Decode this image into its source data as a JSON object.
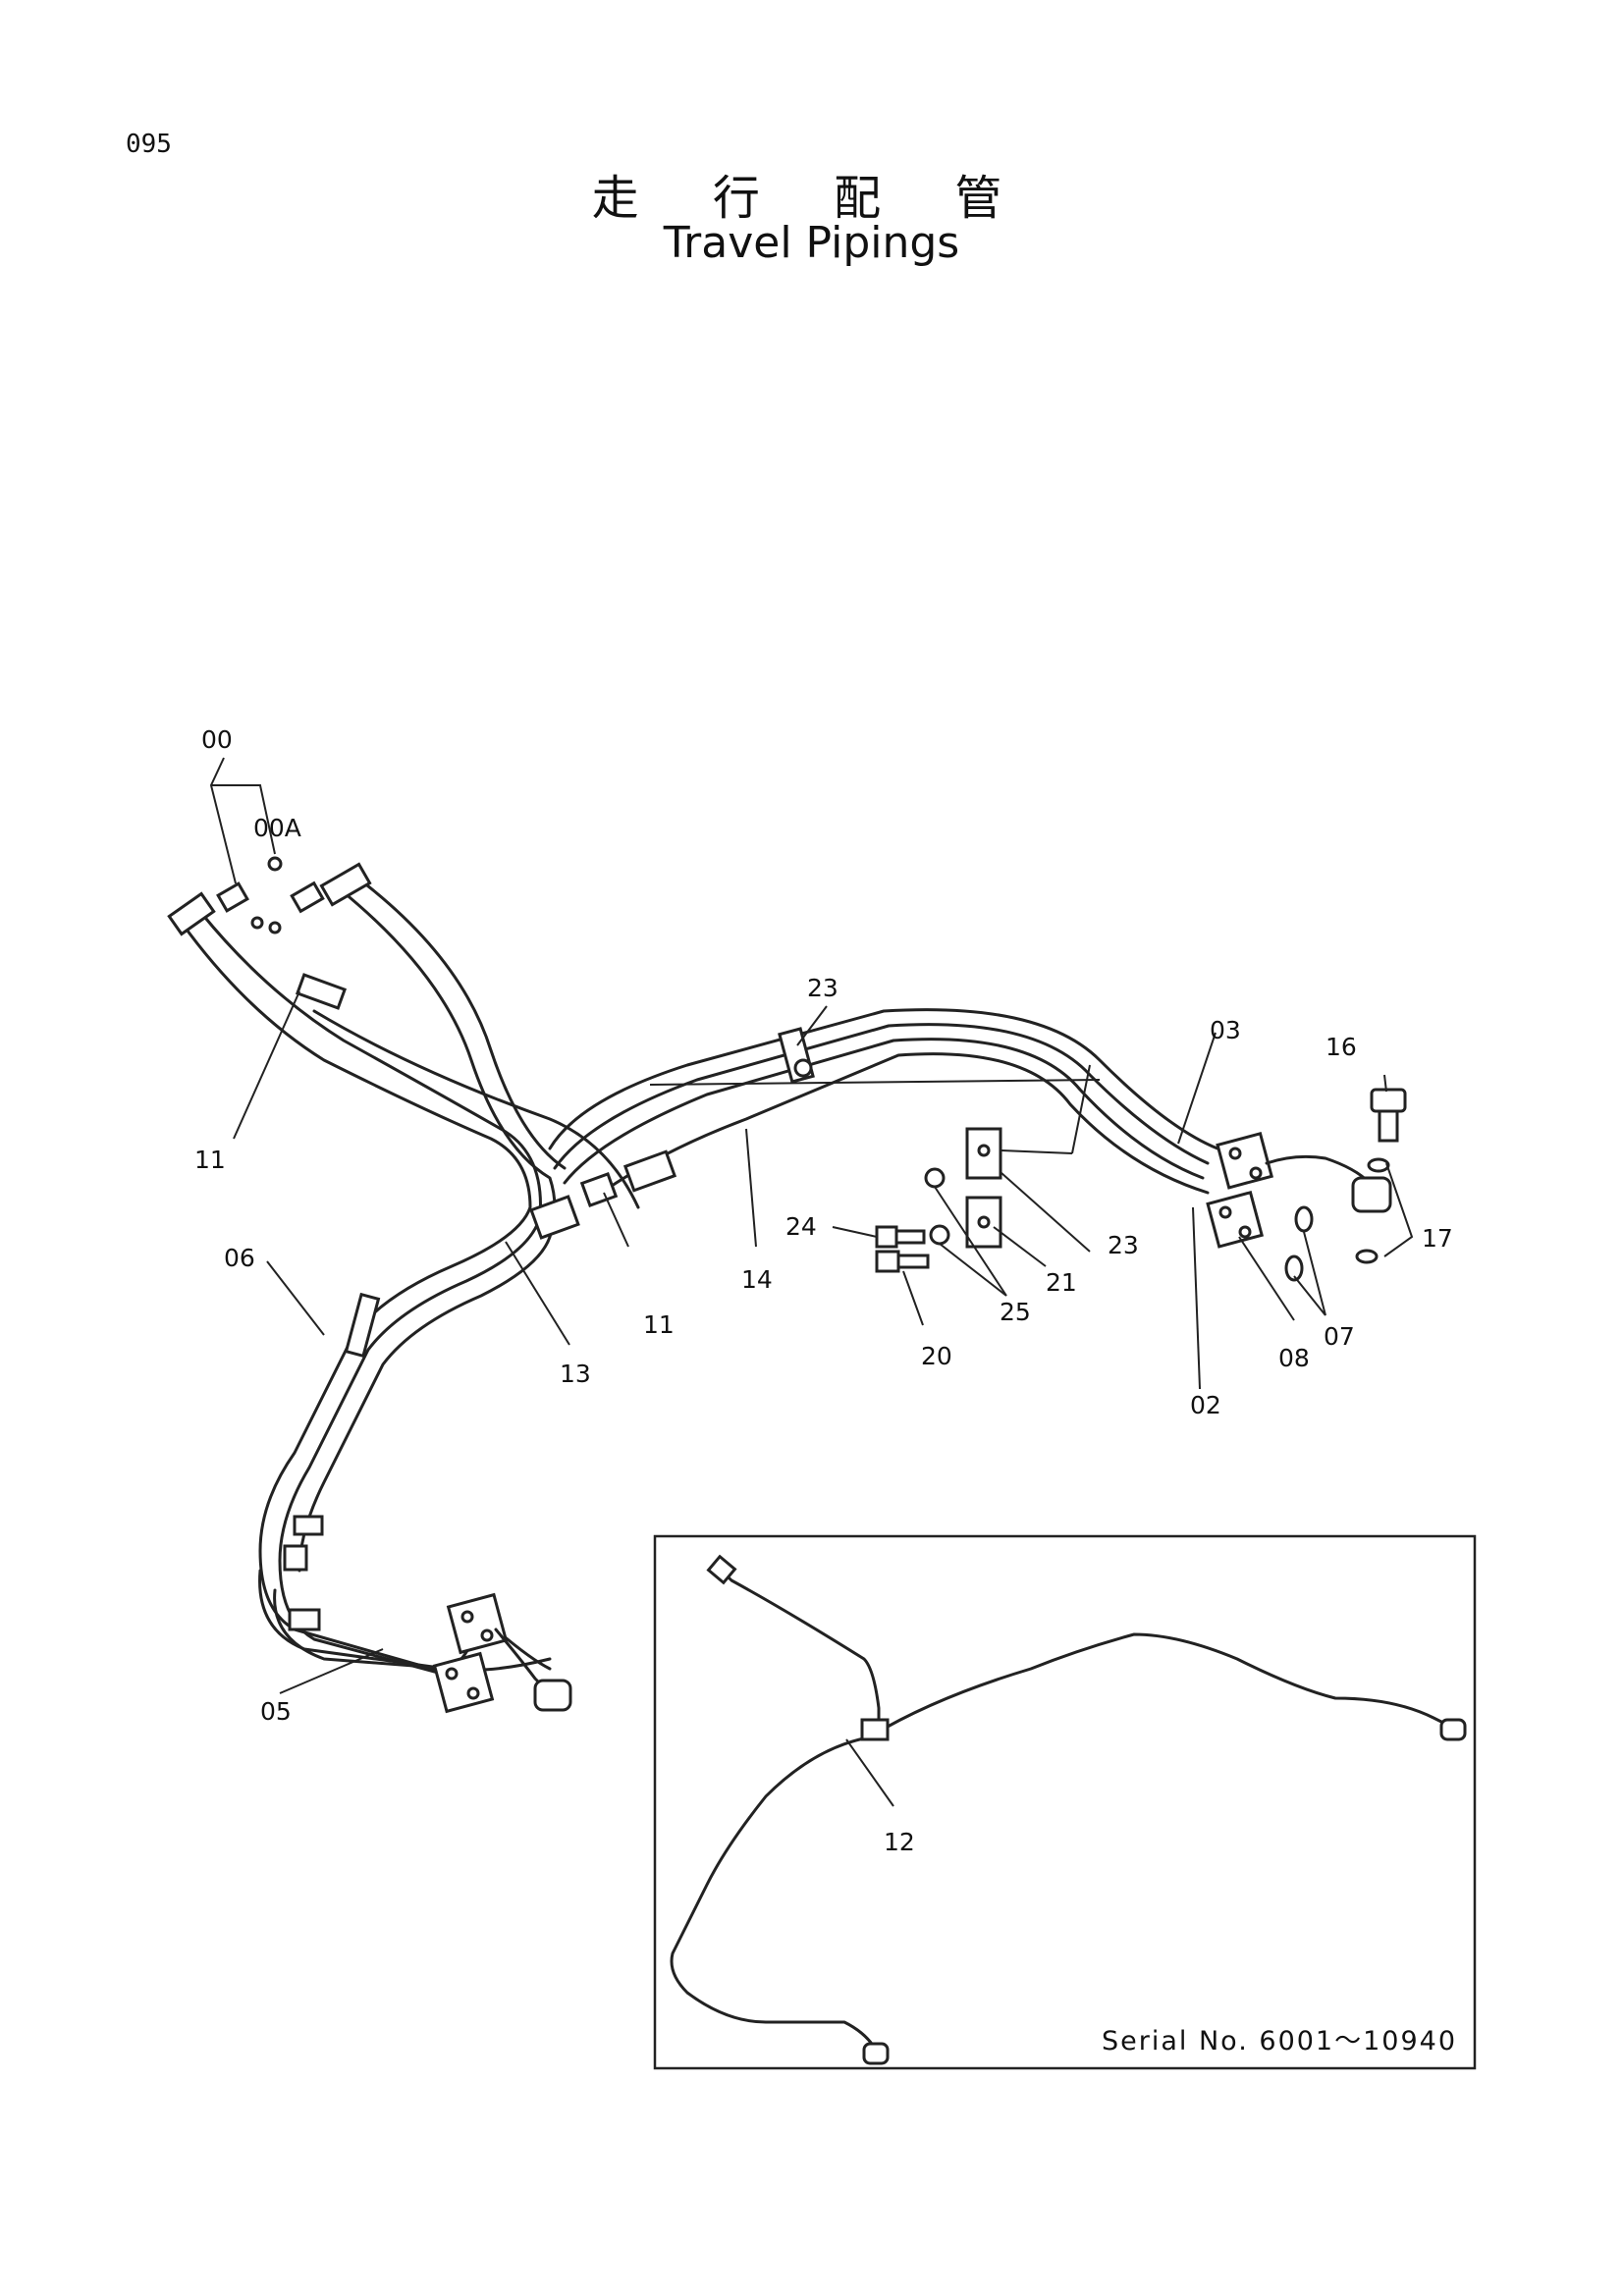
{
  "page_number": "095",
  "title_jp": "走 行 配 管",
  "title_en": "Travel Pipings",
  "callouts": {
    "c00": "00",
    "c00a": "00A",
    "c11a": "11",
    "c11b": "11",
    "c23a": "23",
    "c23b": "23",
    "c03": "03",
    "c16": "16",
    "c17": "17",
    "c24": "24",
    "c21": "21",
    "c25": "25",
    "c20": "20",
    "c14": "14",
    "c06": "06",
    "c13": "13",
    "c08": "08",
    "c07": "07",
    "c02": "02",
    "c05": "05",
    "c12": "12"
  },
  "inset": {
    "serial": "Serial No. 6001〜10940"
  }
}
